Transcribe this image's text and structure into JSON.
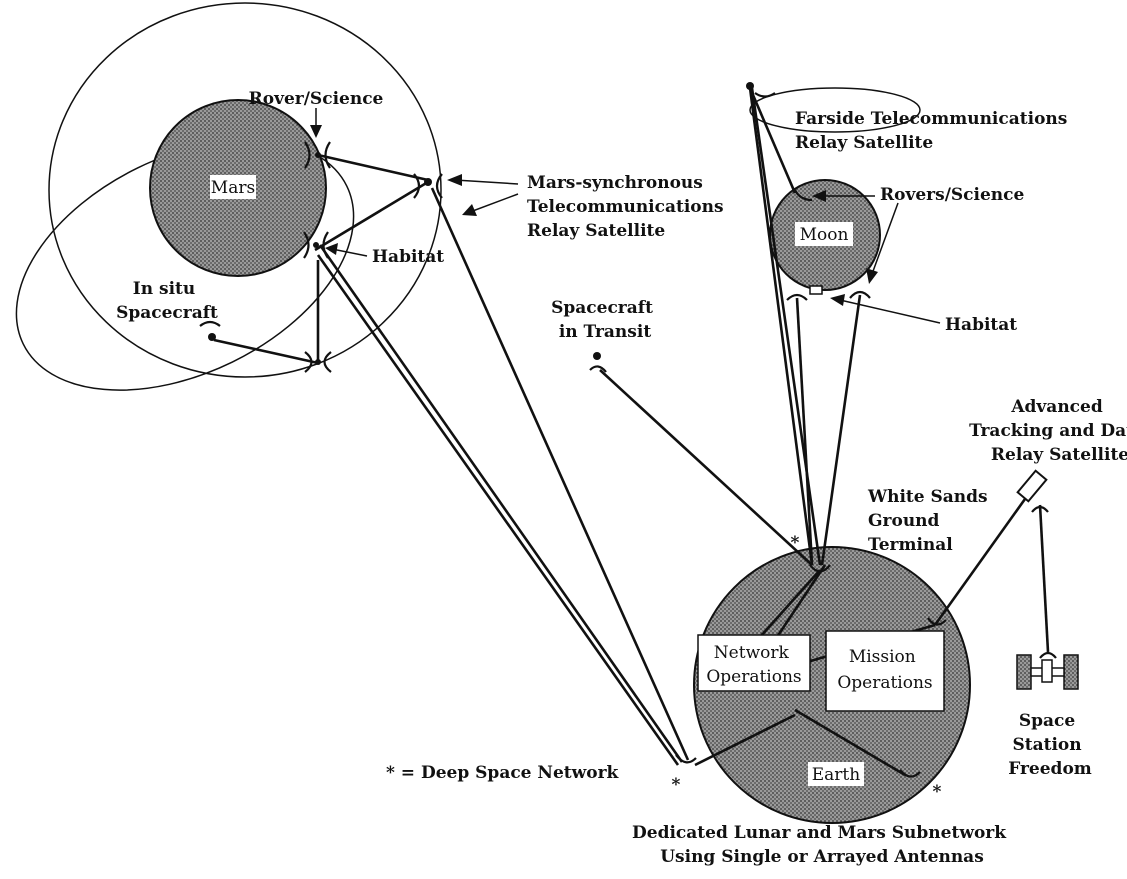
{
  "planets": {
    "mars": "Mars",
    "moon": "Moon",
    "earth": "Earth"
  },
  "labels": {
    "rover_science": "Rover/Science",
    "mars_sync_relay": [
      "Mars-synchronous",
      "Telecommunications",
      "Relay Satellite"
    ],
    "habitat_mars": "Habitat",
    "in_situ": [
      "In situ",
      "Spacecraft"
    ],
    "farside_relay": [
      "Farside Telecommunications",
      "Relay Satellite"
    ],
    "rovers_science": "Rovers/Science",
    "habitat_moon": "Habitat",
    "spacecraft_transit": [
      "Spacecraft",
      "in Transit"
    ],
    "advanced_tdrs": [
      "Advanced",
      "Tracking and Data",
      "Relay Satellite"
    ],
    "white_sands": [
      "White Sands",
      "Ground",
      "Terminal"
    ],
    "network_ops": [
      "Network",
      "Operations"
    ],
    "mission_ops": [
      "Mission",
      "Operations"
    ],
    "space_station": [
      "Space",
      "Station",
      "Freedom"
    ],
    "dsn_legend": "* = Deep Space Network",
    "dsn_marker": "*",
    "caption": [
      "Dedicated Lunar and Mars Subnetwork",
      "Using Single or Arrayed Antennas"
    ]
  },
  "colors": {
    "ink": "#111111",
    "planet_fill": "#8a8a8a"
  }
}
